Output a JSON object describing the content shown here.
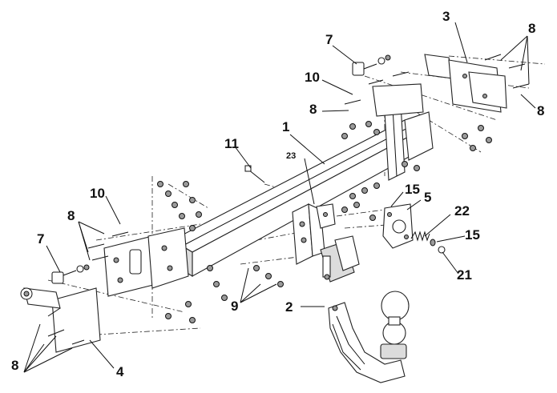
{
  "callouts": {
    "c1": "1",
    "c2": "2",
    "c3": "3",
    "c4": "4",
    "c5": "5",
    "c7a": "7",
    "c7b": "7",
    "c8a": "8",
    "c8b": "8",
    "c8c": "8",
    "c8d": "8",
    "c8e": "8",
    "c9": "9",
    "c10a": "10",
    "c10b": "10",
    "c11": "11",
    "c15a": "15",
    "c15b": "15",
    "c21": "21",
    "c22": "22",
    "c23": "23"
  }
}
